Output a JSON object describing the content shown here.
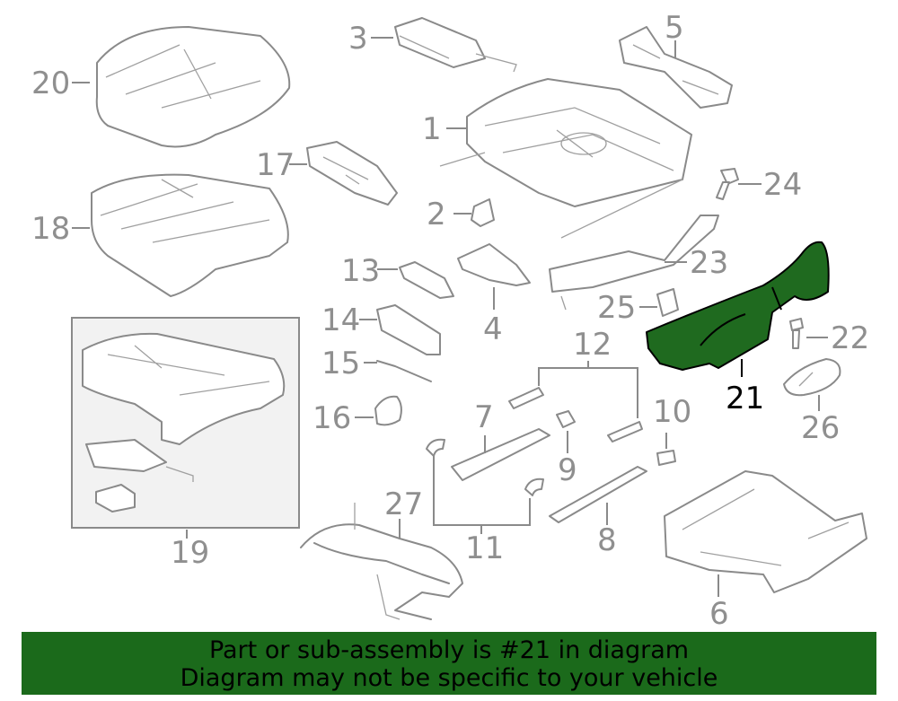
{
  "callouts": {
    "c1": "1",
    "c2": "2",
    "c3": "3",
    "c4": "4",
    "c5": "5",
    "c6": "6",
    "c7": "7",
    "c8": "8",
    "c9": "9",
    "c10": "10",
    "c11": "11",
    "c12": "12",
    "c13": "13",
    "c14": "14",
    "c15": "15",
    "c16": "16",
    "c17": "17",
    "c18": "18",
    "c19": "19",
    "c20": "20",
    "c21": "21",
    "c22": "22",
    "c23": "23",
    "c24": "24",
    "c25": "25",
    "c26": "26",
    "c27": "27"
  },
  "highlight_part": "21",
  "colors": {
    "highlight": "#1f6a1f",
    "banner": "#1b6a1b",
    "line_art": "#8a8a8a"
  },
  "banner": {
    "line1": "Part or sub-assembly is #21 in diagram",
    "line2": "Diagram may not be specific to your vehicle"
  }
}
